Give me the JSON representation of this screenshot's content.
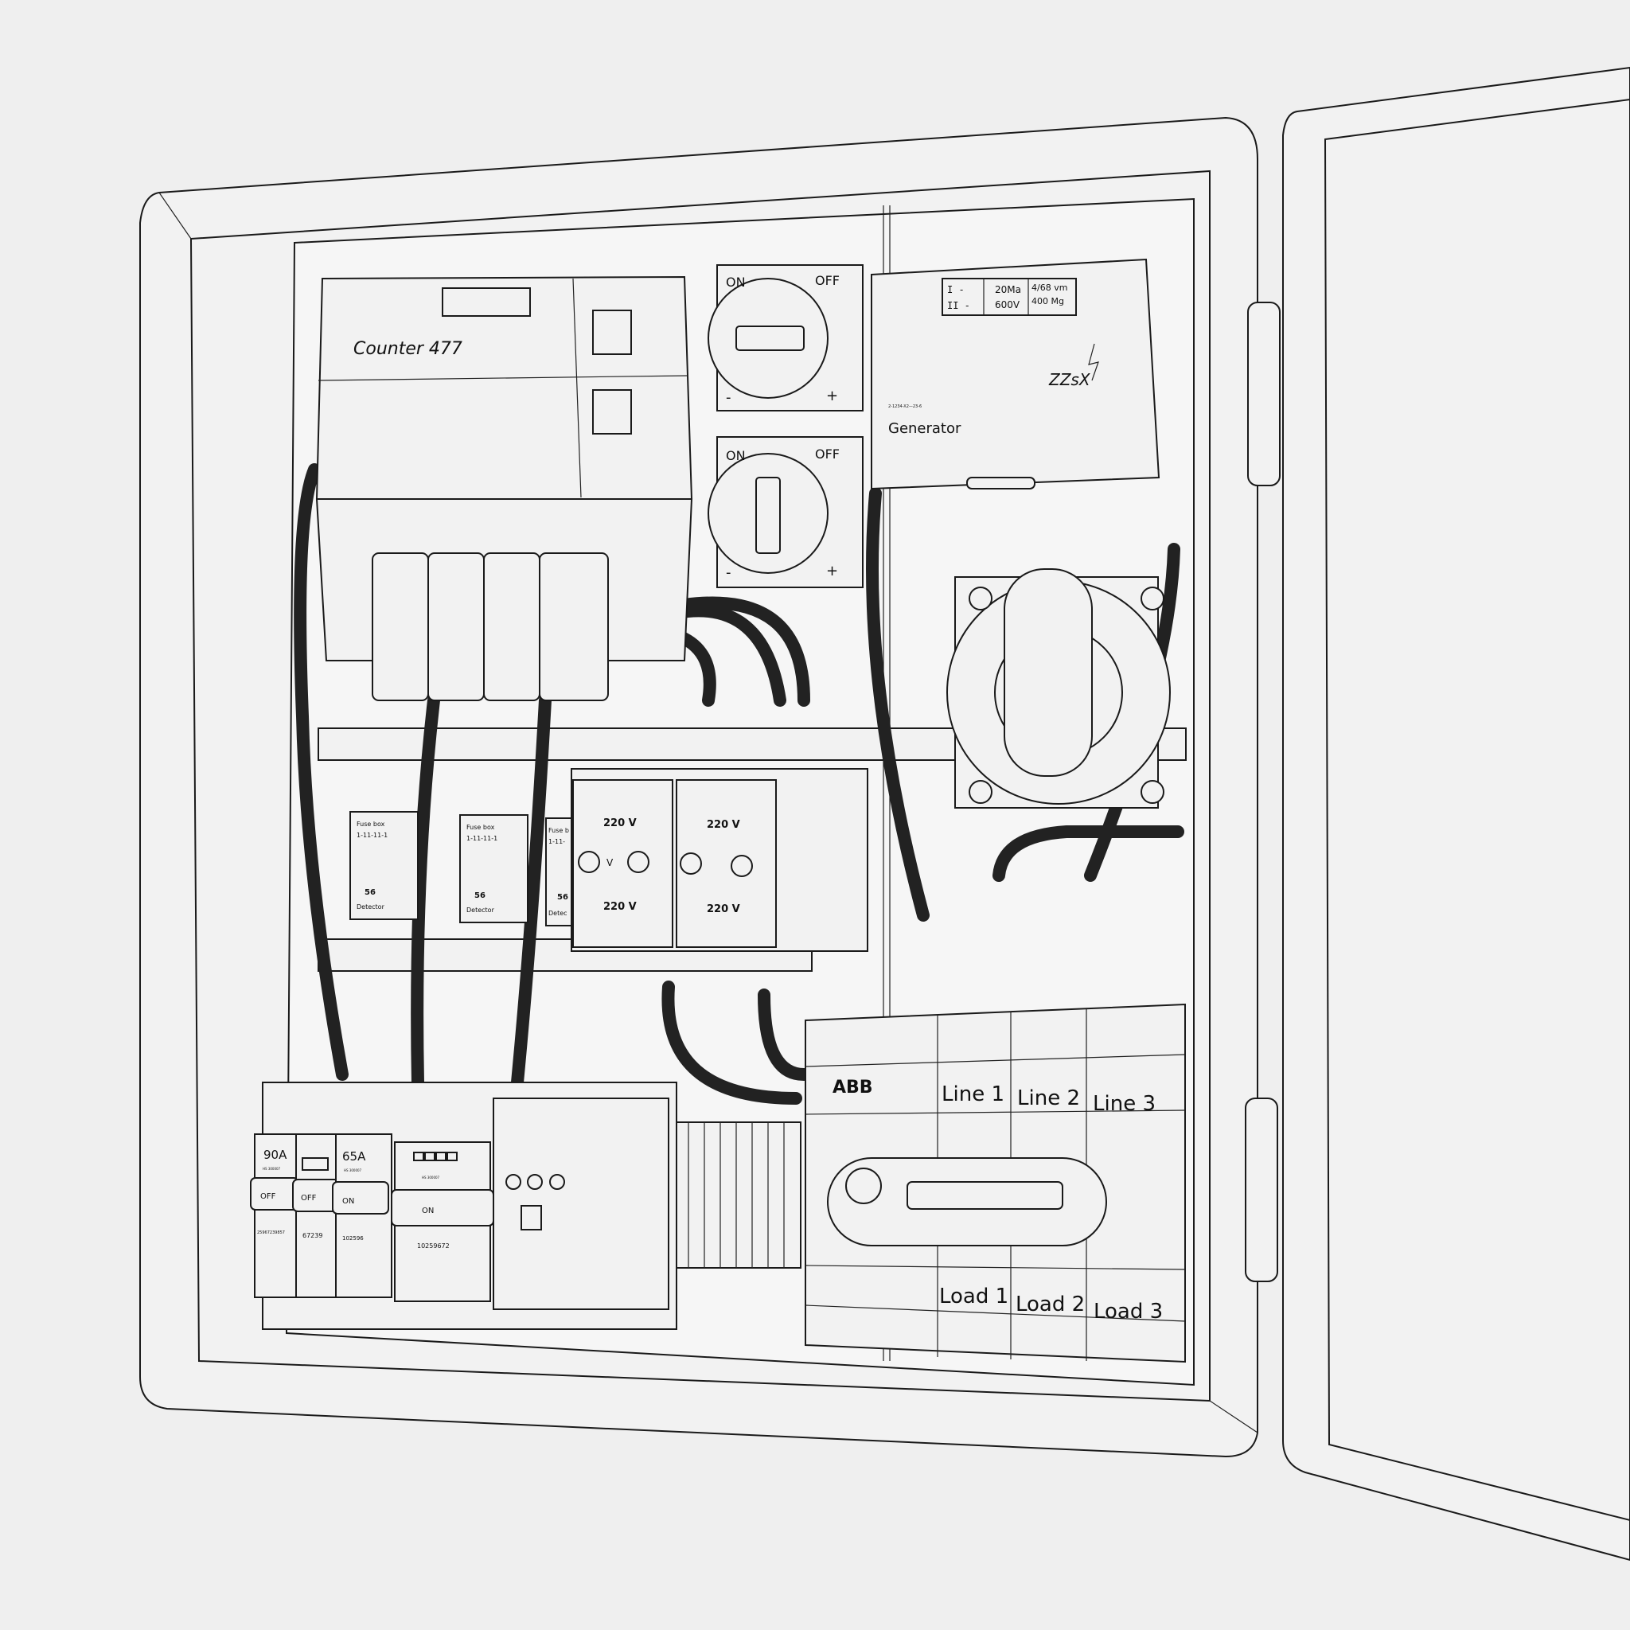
{
  "counter": {
    "label": "Counter 477"
  },
  "switches": [
    {
      "on": "ON",
      "off": "OFF",
      "minus": "-",
      "plus": "+"
    },
    {
      "on": "ON",
      "off": "OFF",
      "minus": "-",
      "plus": "+"
    }
  ],
  "generator": {
    "display_rows": [
      "I  -",
      "II  -"
    ],
    "spec_1": [
      "20Ma",
      "600V"
    ],
    "spec_2": [
      "4/68 vm",
      "400 Mg"
    ],
    "brand": "ZZsX",
    "serial": "2-1234-X2—23-6",
    "label": "Generator"
  },
  "fuse_boxes": [
    {
      "title": "Fuse box",
      "code": "1-11-11-1",
      "badge": "56",
      "footer": "Detector"
    },
    {
      "title": "Fuse box",
      "code": "1-11-11-1",
      "badge": "56",
      "footer": "Detector"
    },
    {
      "title": "Fuse b",
      "code": "1-11-",
      "badge": "56",
      "footer": "Detec"
    }
  ],
  "voltage_monitor": {
    "labels": [
      "220 V",
      "220 V",
      "220 V",
      "220 V"
    ],
    "unit": "V"
  },
  "isolator": {
    "brand": "ABB",
    "lines": [
      "Line 1",
      "Line 2",
      "Line 3"
    ],
    "loads": [
      "Load 1",
      "Load 2",
      "Load 3"
    ]
  },
  "breakers": [
    {
      "rating": "90A",
      "model": "HS 300007",
      "state": "OFF",
      "serial": "25967239857"
    },
    {
      "rating": "",
      "model": "",
      "state": "OFF",
      "serial": "67239"
    },
    {
      "rating": "65A",
      "model": "HS 300007",
      "state": "ON",
      "serial": "102596"
    },
    {
      "rating": "",
      "model": "HS 300007",
      "state": "ON",
      "serial": "10259672"
    }
  ]
}
